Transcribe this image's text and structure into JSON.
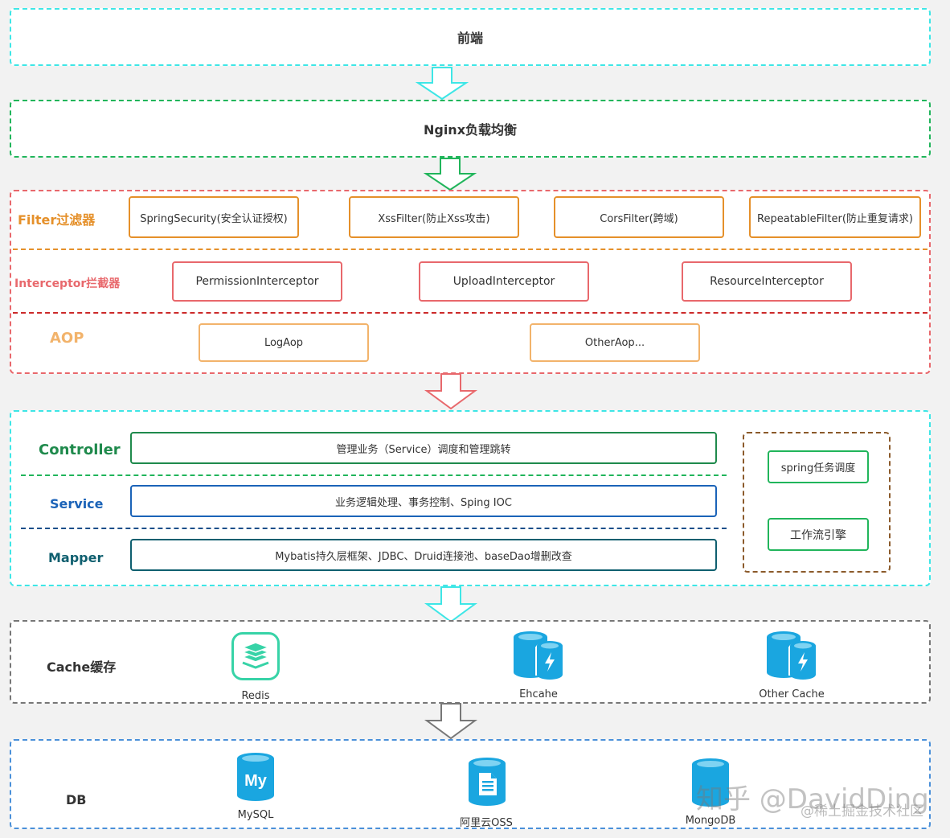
{
  "frontend": {
    "label": "前端"
  },
  "nginx": {
    "label": "Nginx负载均衡"
  },
  "filter": {
    "label": "Filter过滤器",
    "items": [
      "SpringSecurity(安全认证授权)",
      "XssFilter(防止Xss攻击)",
      "CorsFilter(跨域)",
      "RepeatableFilter(防止重复请求)"
    ]
  },
  "interceptor": {
    "label": "Interceptor拦截器",
    "items": [
      "PermissionInterceptor",
      "UploadInterceptor",
      "ResourceInterceptor"
    ]
  },
  "aop": {
    "label": "AOP",
    "items": [
      "LogAop",
      "OtherAop..."
    ]
  },
  "controller": {
    "label": "Controller",
    "desc": "管理业务（Service）调度和管理跳转"
  },
  "service": {
    "label": "Service",
    "desc": "业务逻辑处理、事务控制、Sping IOC"
  },
  "mapper": {
    "label": "Mapper",
    "desc": "Mybatis持久层框架、JDBC、Druid连接池、baseDao增删改查"
  },
  "side": {
    "items": [
      "spring任务调度",
      "工作流引擎"
    ]
  },
  "cache": {
    "label": "Cache缓存",
    "items": [
      "Redis",
      "Ehcahe",
      "Other Cache"
    ]
  },
  "db": {
    "label": "DB",
    "items": [
      "MySQL",
      "阿里云OSS",
      "MongoDB"
    ],
    "mysql_logo_text": "My"
  },
  "watermark": {
    "main": "知乎 @DavidDing",
    "sub": "@稀土掘金技术社区"
  },
  "colors": {
    "cyan": "#3ee6e6",
    "green": "#21b55b",
    "red": "#e8686c",
    "orange": "#e5902a",
    "aop": "#f2b36b",
    "gray": "#777777",
    "blue": "#4a90d9",
    "brown": "#8b5a2b",
    "controller": "#1f8a4c",
    "service": "#1b63b8",
    "mapper": "#0f5f6f"
  }
}
